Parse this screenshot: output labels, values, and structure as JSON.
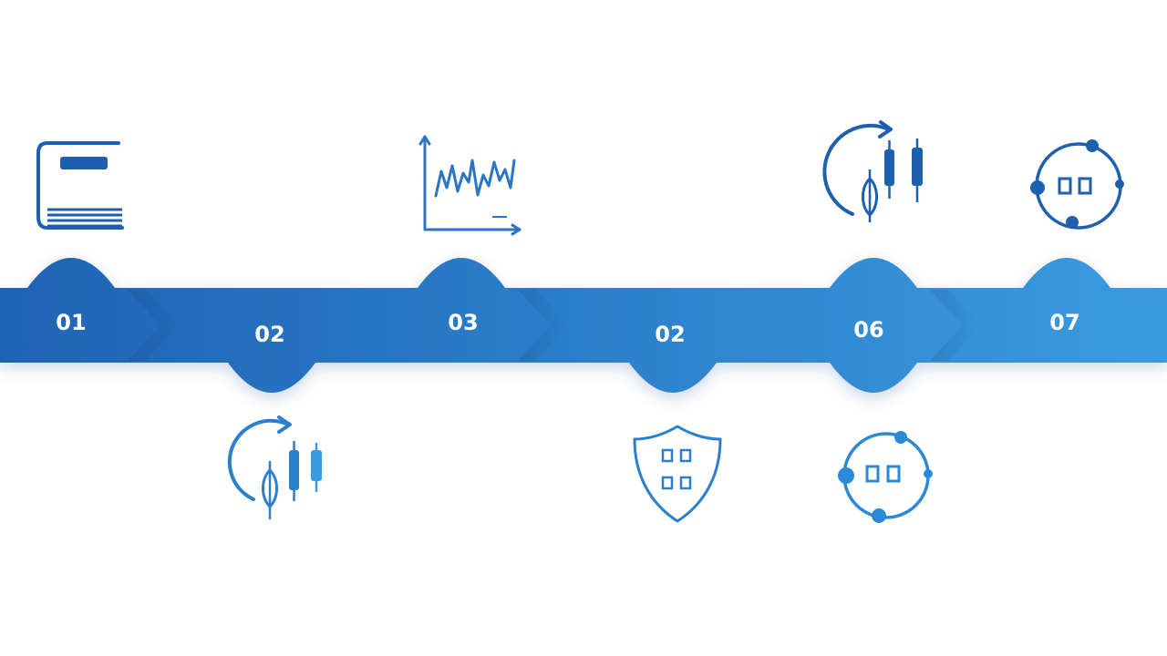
{
  "timeline": {
    "steps": [
      {
        "label": "01",
        "direction": "up",
        "icon": "book-icon"
      },
      {
        "label": "02",
        "direction": "down",
        "icon": "cycle-candlestick-icon"
      },
      {
        "label": "03",
        "direction": "up",
        "icon": "line-chart-icon"
      },
      {
        "label": "02",
        "direction": "down",
        "icon": "shield-icon"
      },
      {
        "label": "06",
        "direction": "down",
        "icon": "cycle-nodes-icon"
      },
      {
        "label": "07",
        "direction": "up",
        "icon": "cycle-nodes-icon"
      }
    ],
    "extra_icons": [
      "cycle-candlestick-icon"
    ],
    "colors": {
      "band_dark": "#1f63b4",
      "band_light": "#3a9be0",
      "icon_dark": "#1e5fae",
      "icon_light": "#3b8fd6",
      "background": "#ffffff"
    }
  }
}
